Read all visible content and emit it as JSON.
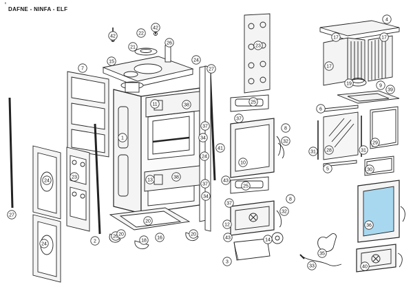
{
  "header": {
    "title": "DAFNE - NINFA - ELF",
    "corner_mark": "ε"
  },
  "colors": {
    "line": "#222222",
    "panel": "#f4f4f4",
    "glass": "#a8d8ef",
    "bg": "#ffffff"
  },
  "callouts": [
    {
      "id": "c-4",
      "label": "4"
    },
    {
      "id": "c-17a",
      "label": "17"
    },
    {
      "id": "c-17b",
      "label": "17"
    },
    {
      "id": "c-17c",
      "label": "17"
    },
    {
      "id": "c-19",
      "label": "19"
    },
    {
      "id": "c-9",
      "label": "9"
    },
    {
      "id": "c-39",
      "label": "39"
    },
    {
      "id": "c-6",
      "label": "6"
    },
    {
      "id": "c-31a",
      "label": "31"
    },
    {
      "id": "c-28",
      "label": "28"
    },
    {
      "id": "c-31b",
      "label": "31"
    },
    {
      "id": "c-29",
      "label": "29"
    },
    {
      "id": "c-5",
      "label": "5"
    },
    {
      "id": "c-30",
      "label": "30"
    },
    {
      "id": "c-36",
      "label": "36"
    },
    {
      "id": "c-35",
      "label": "35"
    },
    {
      "id": "c-33",
      "label": "33"
    },
    {
      "id": "c-40",
      "label": "40"
    },
    {
      "id": "c-23a",
      "label": "23"
    },
    {
      "id": "c-25a",
      "label": "25"
    },
    {
      "id": "c-37a",
      "label": "37"
    },
    {
      "id": "c-8a",
      "label": "8"
    },
    {
      "id": "c-32a",
      "label": "32"
    },
    {
      "id": "c-41",
      "label": "41"
    },
    {
      "id": "c-10",
      "label": "10"
    },
    {
      "id": "c-43a",
      "label": "43"
    },
    {
      "id": "c-25b",
      "label": "25"
    },
    {
      "id": "c-37b",
      "label": "37"
    },
    {
      "id": "c-8b",
      "label": "8"
    },
    {
      "id": "c-12",
      "label": "12"
    },
    {
      "id": "c-32b",
      "label": "32"
    },
    {
      "id": "c-43b",
      "label": "43"
    },
    {
      "id": "c-14",
      "label": "14"
    },
    {
      "id": "c-3",
      "label": "3"
    },
    {
      "id": "c-42a",
      "label": "42"
    },
    {
      "id": "c-22",
      "label": "22"
    },
    {
      "id": "c-42b",
      "label": "42"
    },
    {
      "id": "c-21",
      "label": "21"
    },
    {
      "id": "c-26",
      "label": "26"
    },
    {
      "id": "c-15",
      "label": "15"
    },
    {
      "id": "c-24a",
      "label": "24"
    },
    {
      "id": "c-27a",
      "label": "27"
    },
    {
      "id": "c-7",
      "label": "7"
    },
    {
      "id": "c-11",
      "label": "11"
    },
    {
      "id": "c-38a",
      "label": "38"
    },
    {
      "id": "c-1",
      "label": "1"
    },
    {
      "id": "c-37c",
      "label": "37"
    },
    {
      "id": "c-34a",
      "label": "34"
    },
    {
      "id": "c-24b",
      "label": "24"
    },
    {
      "id": "c-13",
      "label": "13"
    },
    {
      "id": "c-38b",
      "label": "38"
    },
    {
      "id": "c-37d",
      "label": "37"
    },
    {
      "id": "c-34b",
      "label": "34"
    },
    {
      "id": "c-23b",
      "label": "23"
    },
    {
      "id": "c-24c",
      "label": "24"
    },
    {
      "id": "c-24d",
      "label": "24"
    },
    {
      "id": "c-27b",
      "label": "27"
    },
    {
      "id": "c-20a",
      "label": "20"
    },
    {
      "id": "c-20b",
      "label": "20"
    },
    {
      "id": "c-20c",
      "label": "20"
    },
    {
      "id": "c-20d",
      "label": "20"
    },
    {
      "id": "c-16",
      "label": "16"
    },
    {
      "id": "c-18",
      "label": "18"
    },
    {
      "id": "c-2",
      "label": "2"
    }
  ]
}
